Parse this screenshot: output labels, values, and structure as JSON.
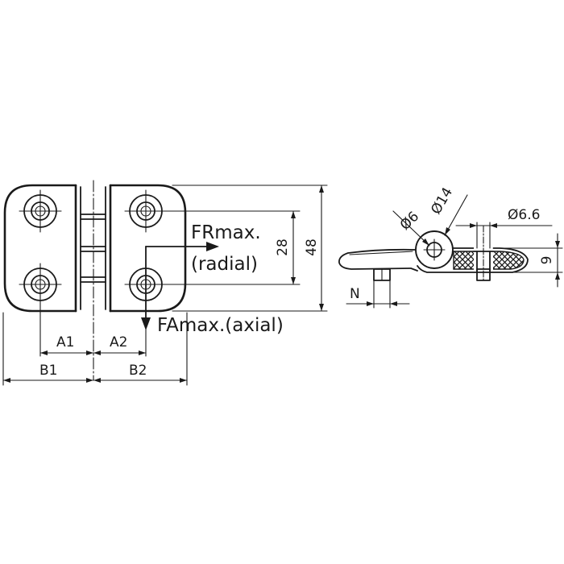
{
  "labels": {
    "fr_max": "FRmax.",
    "fr_radial": "(radial)",
    "fa_max": "FAmax.(axial)",
    "a1": "A1",
    "a2": "A2",
    "b1": "B1",
    "b2": "B2",
    "height_28": "28",
    "height_48": "48",
    "dia_6": "Ø6",
    "dia_14": "Ø14",
    "dia_6_6": "Ø6.6",
    "thickness_9": "9",
    "n": "N"
  }
}
